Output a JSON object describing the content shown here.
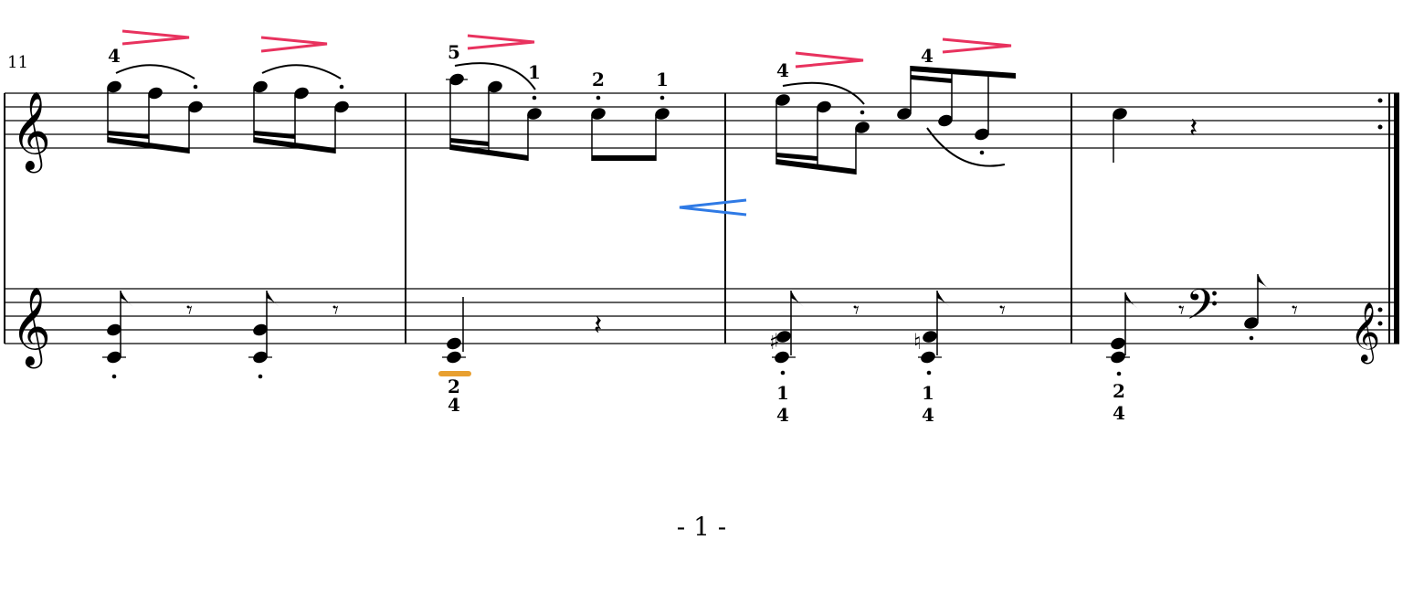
{
  "score": {
    "measure_number": "11",
    "page_number": "- 1 -",
    "fingerings_top": [
      "4",
      "5",
      "1",
      "2",
      "1",
      "4",
      "4"
    ],
    "fingerings_bottom": [
      [
        "2",
        "4"
      ],
      [
        "1",
        "4"
      ],
      [
        "1",
        "4"
      ],
      [
        "2",
        "4"
      ]
    ],
    "clefs": {
      "treble": "𝄞",
      "bass": "𝄢"
    },
    "rests": {
      "eighth": "𝄾",
      "quarter": "𝄽"
    },
    "accidentals": {
      "sharp": "♯",
      "natural": "♮"
    },
    "colors": {
      "decrescendo": "#e8325e",
      "crescendo": "#2f7ae5",
      "highlight": "#e8a030"
    }
  }
}
